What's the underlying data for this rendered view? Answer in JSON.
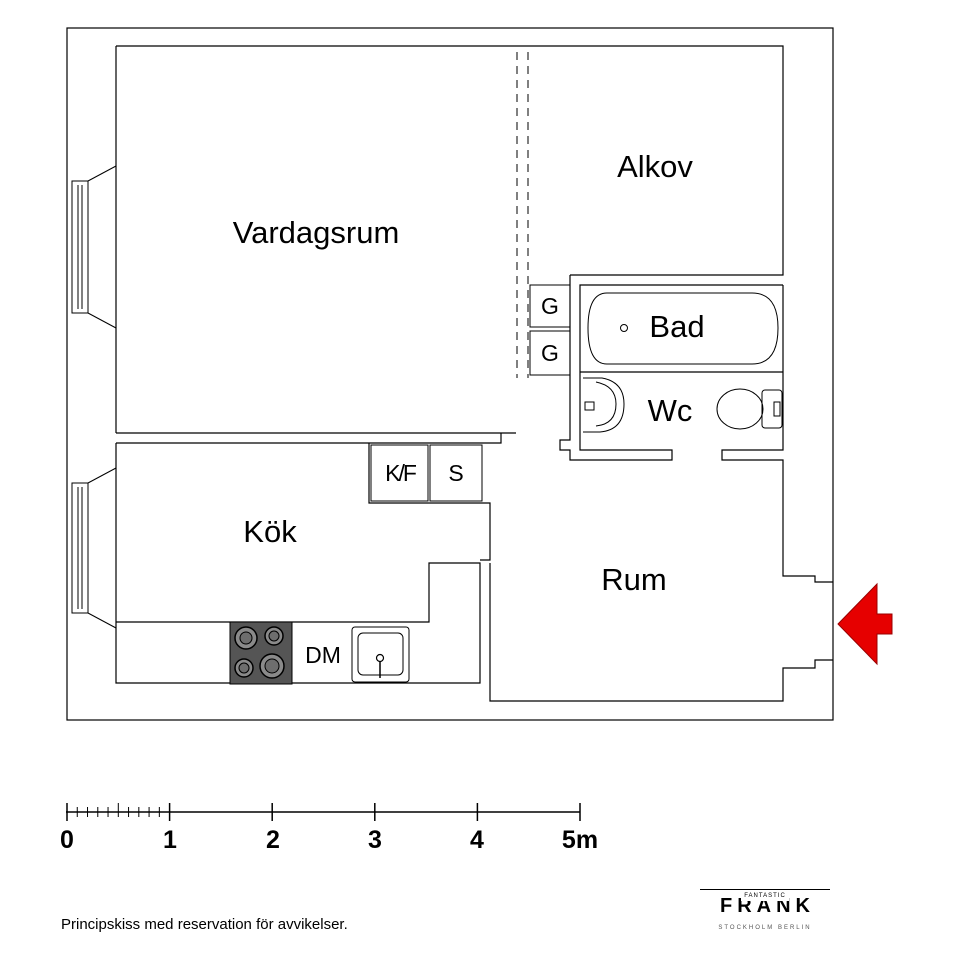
{
  "rooms": {
    "vardagsrum": "Vardagsrum",
    "alkov": "Alkov",
    "bad": "Bad",
    "wc": "Wc",
    "kok": "Kök",
    "rum": "Rum"
  },
  "fixtures": {
    "garderob_1": "G",
    "garderob_2": "G",
    "kyl_frys": "K/F",
    "skafferi": "S",
    "diskmaskin": "DM"
  },
  "scale": {
    "ticks": [
      "0",
      "1",
      "2",
      "3",
      "4",
      "5m"
    ]
  },
  "footer": {
    "disclaimer": "Principskiss med reservation för avvikelser."
  },
  "logo": {
    "tagline": "FANTASTIC",
    "name": "FRANK",
    "cities": "STOCKHOLM  BERLIN"
  },
  "colors": {
    "wall": "#000000",
    "entrance_arrow": "#e60000",
    "stove": "#555555"
  },
  "icons": {
    "entrance": "entrance-arrow-icon",
    "stove": "stove-icon",
    "sink": "sink-icon",
    "bathtub": "bathtub-icon",
    "toilet": "toilet-icon",
    "washbasin": "washbasin-icon"
  }
}
